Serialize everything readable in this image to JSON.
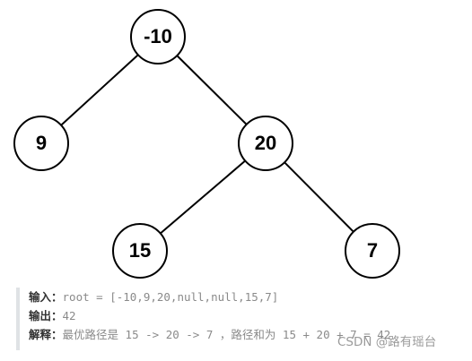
{
  "tree": {
    "nodes": [
      {
        "id": "n0",
        "label": "-10"
      },
      {
        "id": "n1",
        "label": "9"
      },
      {
        "id": "n2",
        "label": "20"
      },
      {
        "id": "n3",
        "label": "15"
      },
      {
        "id": "n4",
        "label": "7"
      }
    ],
    "edges": [
      [
        "n0",
        "n1"
      ],
      [
        "n0",
        "n2"
      ],
      [
        "n2",
        "n3"
      ],
      [
        "n2",
        "n4"
      ]
    ]
  },
  "example": {
    "input_label": "输入：",
    "input_value": "root = [-10,9,20,null,null,15,7]",
    "output_label": "输出：",
    "output_value": "42",
    "explain_label": "解释：",
    "explain_value": "最优路径是 15 -> 20 -> 7 ，路径和为 15 + 20 + 7 = 42"
  },
  "watermark": {
    "text": "CSDN @路有瑶台"
  }
}
